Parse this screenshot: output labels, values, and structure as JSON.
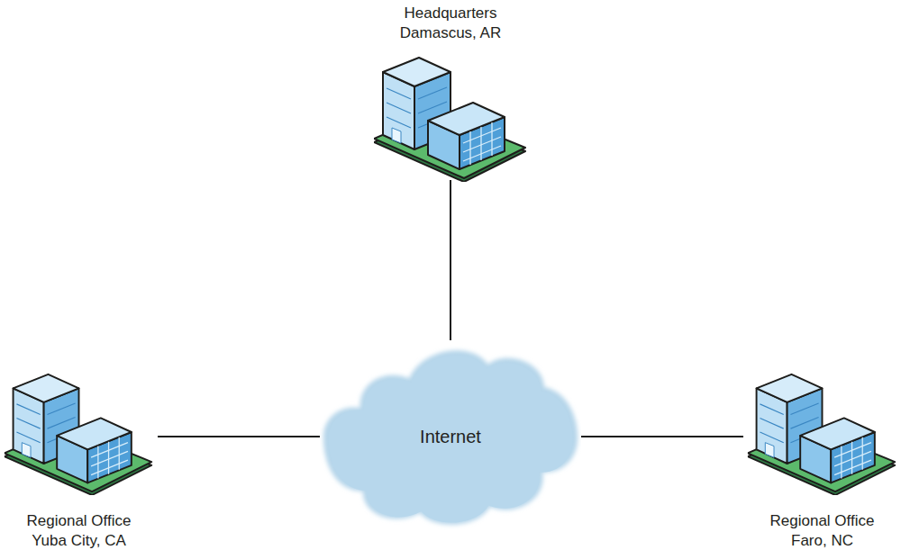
{
  "diagram": {
    "nodes": [
      {
        "text": [
          "Headquarters",
          "Damascus, AR"
        ]
      },
      {
        "text": [
          "Regional Office",
          "Yuba City, CA"
        ]
      },
      {
        "text": [
          "Internet"
        ]
      },
      {
        "text": [
          "Regional Office",
          "Faro, NC"
        ]
      }
    ],
    "edges": [
      {
        "from": 0,
        "to": 2,
        "arrow": "none"
      },
      {
        "from": 1,
        "to": 2,
        "arrow": "none"
      },
      {
        "from": 2,
        "to": 3,
        "arrow": "none"
      }
    ]
  }
}
